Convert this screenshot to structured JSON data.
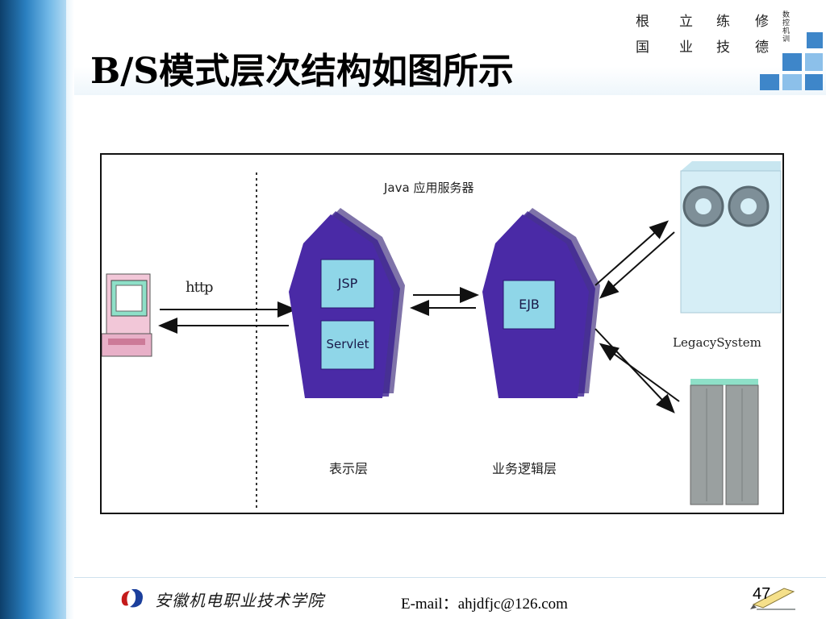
{
  "slide": {
    "title": "B/S模式层次结构如图所示",
    "motto_chars": [
      "根",
      "立",
      "练",
      "修",
      "国",
      "业",
      "技",
      "德"
    ],
    "motto_small": "数控机训",
    "page_number": "47"
  },
  "footer": {
    "school": "安徽机电职业技术学院",
    "email": "E-mail：ahjdfjc@126.com"
  },
  "diagram": {
    "server_label": "Java 应用服务器",
    "protocol_label": "http",
    "jsp_label": "JSP",
    "servlet_label": "Servlet",
    "ejb_label": "EJB",
    "legacy_label": "LegacySystem",
    "presentation_layer": "表示层",
    "business_layer": "业务逻辑层"
  },
  "colors": {
    "accent_blue": "#3e86c9",
    "component_purple": "#3a1f8f",
    "component_box": "#8fd6e8"
  }
}
